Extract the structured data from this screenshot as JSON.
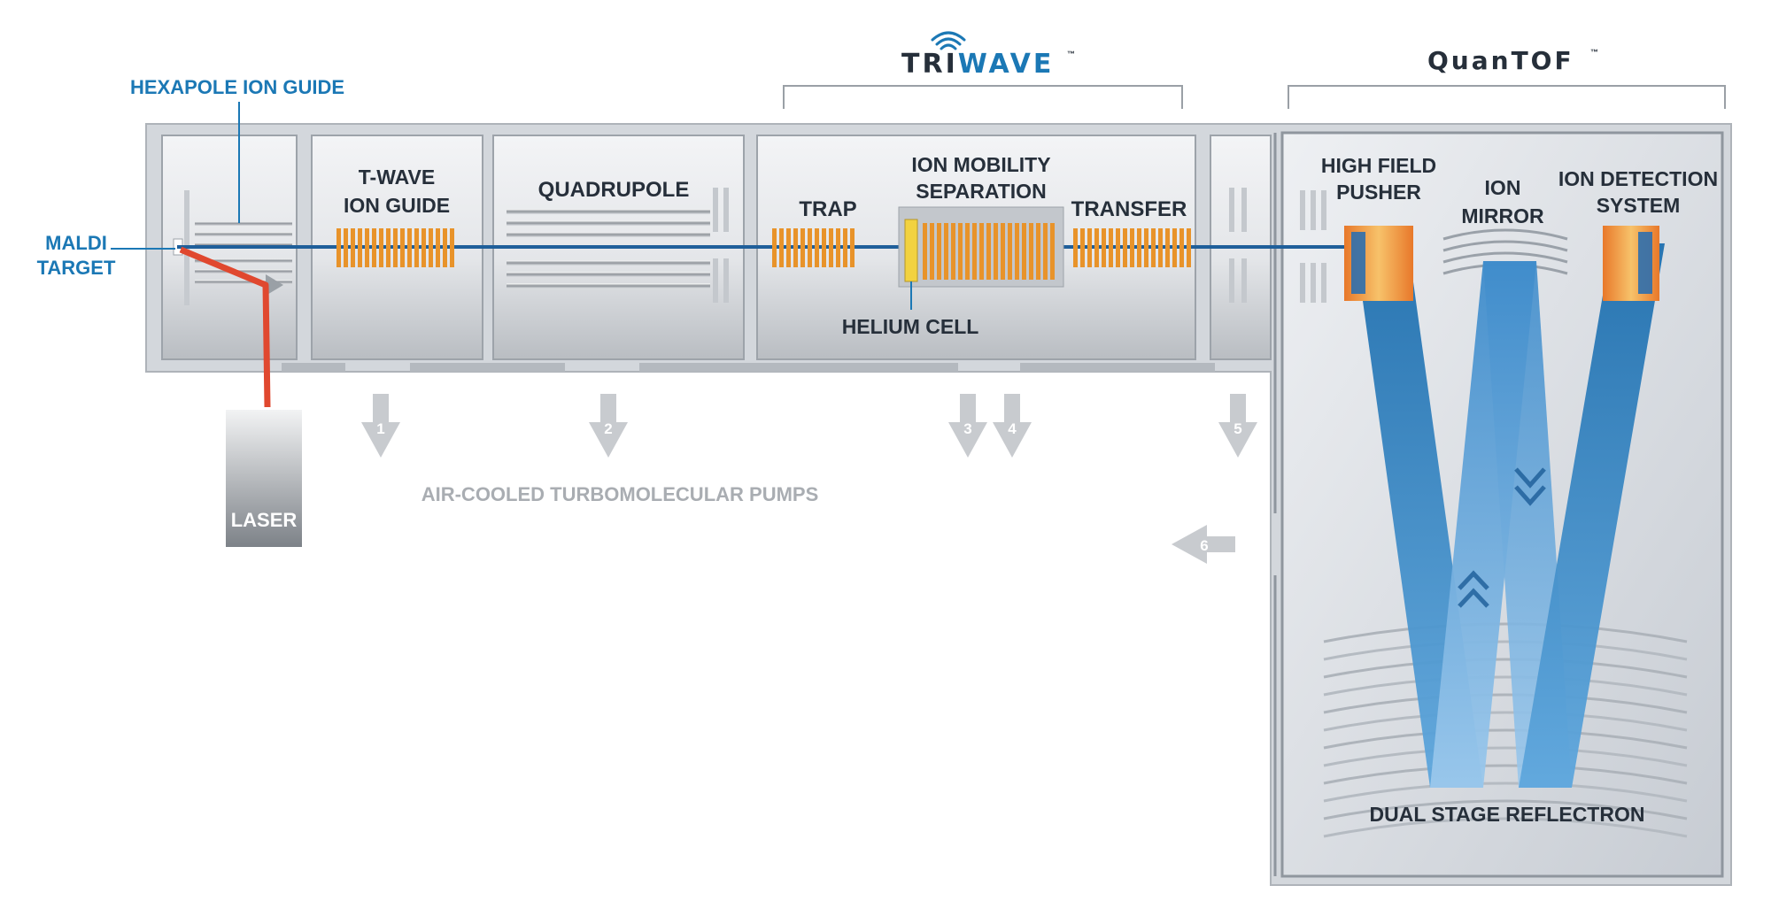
{
  "brands": {
    "triwave_a": "TRI",
    "triwave_b": "WAVE",
    "triwave_tm": "™",
    "quantof": "QuanTOF",
    "quantof_tm": "™"
  },
  "labels": {
    "hexapole": "HEXAPOLE ION GUIDE",
    "maldi_1": "MALDI",
    "maldi_2": "TARGET",
    "laser": "LASER",
    "twave_1": "T-WAVE",
    "twave_2": "ION GUIDE",
    "quadrupole": "QUADRUPOLE",
    "trap": "TRAP",
    "ims_1": "ION MOBILITY",
    "ims_2": "SEPARATION",
    "transfer": "TRANSFER",
    "helium": "HELIUM CELL",
    "pusher_1": "HIGH FIELD",
    "pusher_2": "PUSHER",
    "mirror_1": "ION",
    "mirror_2": "MIRROR",
    "detect_1": "ION DETECTION",
    "detect_2": "SYSTEM",
    "reflectron": "DUAL STAGE REFLECTRON",
    "pumps": "AIR-COOLED TURBOMOLECULAR PUMPS"
  },
  "pumps": [
    "1",
    "2",
    "3",
    "4",
    "5",
    "6"
  ],
  "colors": {
    "label": "#262f3a",
    "accent_blue": "#1b78b5",
    "laser_red": "#e0482f",
    "electrode_orange": "#e8932a",
    "chamber_grey": "#c9cdd2",
    "pump_arrow": "#c8cbcf"
  }
}
